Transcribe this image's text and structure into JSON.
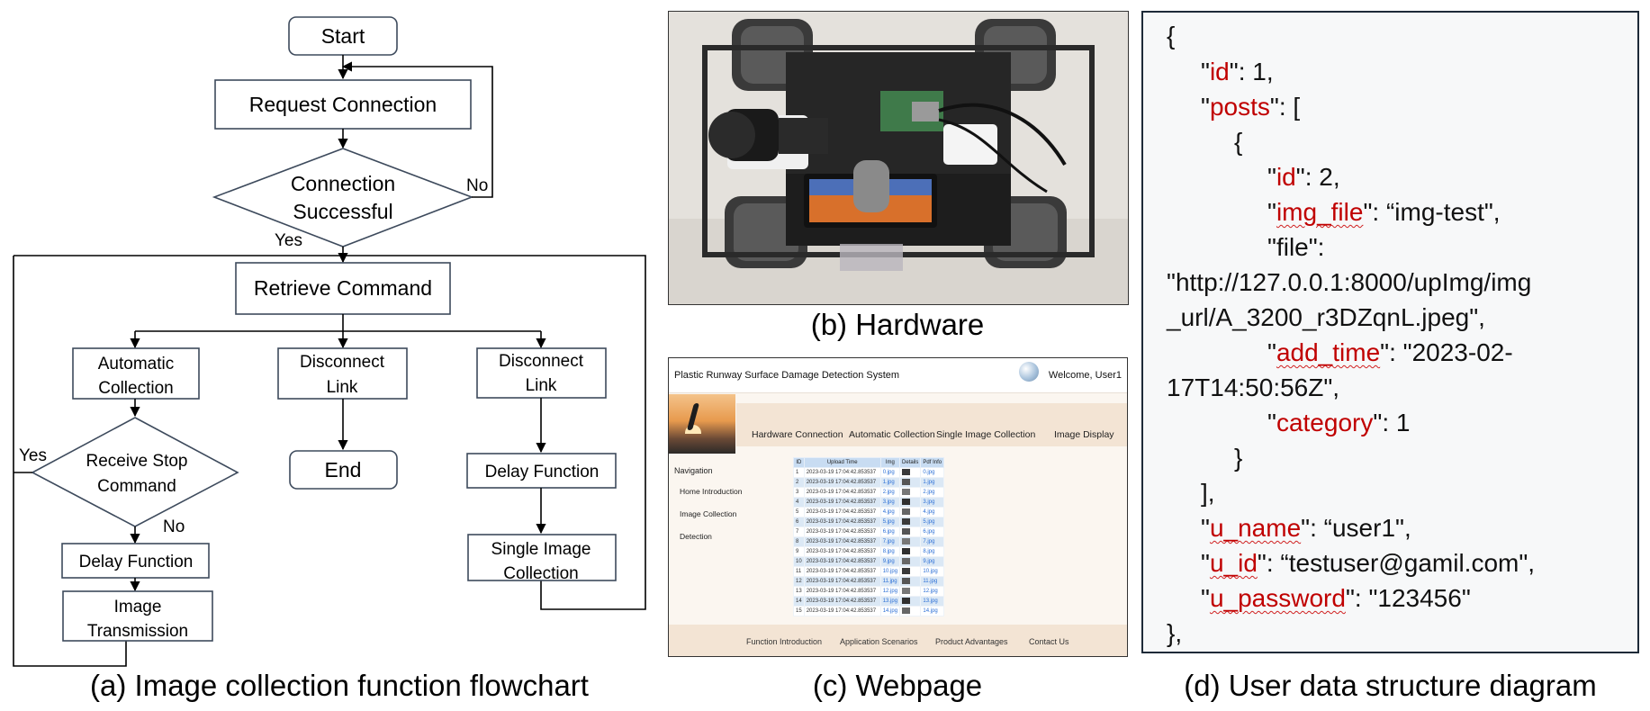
{
  "flowchart": {
    "start": "Start",
    "request_connection": "Request Connection",
    "connection_successful": [
      "Connection",
      "Successful"
    ],
    "no": "No",
    "yes": "Yes",
    "retrieve_command": "Retrieve Command",
    "automatic_collection": [
      "Automatic",
      "Collection"
    ],
    "disconnect_link_1": [
      "Disconnect",
      "Link"
    ],
    "disconnect_link_2": [
      "Disconnect",
      "Link"
    ],
    "receive_stop_command": [
      "Receive Stop",
      "Command"
    ],
    "end": "End",
    "delay_function_1": "Delay Function",
    "delay_function_2": "Delay Function",
    "image_transmission": [
      "Image",
      "Transmission"
    ],
    "single_image_collection": [
      "Single Image",
      "Collection"
    ]
  },
  "captions": {
    "a": "(a) Image collection function flowchart",
    "b": "(b) Hardware",
    "c": "(c) Webpage",
    "d": "(d) User data structure diagram"
  },
  "webpage": {
    "title": "Plastic Runway Surface Damage Detection System",
    "welcome": "Welcome, User1",
    "nav": [
      "Hardware Connection",
      "Automatic Collection",
      "Single Image Collection",
      "Image Display"
    ],
    "sidebar": {
      "heading": "Navigation",
      "items": [
        "Home Introduction",
        "Image Collection",
        "Detection"
      ]
    },
    "table": {
      "headers": [
        "ID",
        "Upload Time",
        "Img",
        "Details",
        "Pdf Info"
      ],
      "rows": [
        [
          "1",
          "2023-03-19 17:04:42.853537",
          "0.jpg",
          "0.jpg"
        ],
        [
          "2",
          "2023-03-19 17:04:42.853537",
          "1.jpg",
          "1.jpg"
        ],
        [
          "3",
          "2023-03-19 17:04:42.853537",
          "2.jpg",
          "2.jpg"
        ],
        [
          "4",
          "2023-03-19 17:04:42.853537",
          "3.jpg",
          "3.jpg"
        ],
        [
          "5",
          "2023-03-19 17:04:42.853537",
          "4.jpg",
          "4.jpg"
        ],
        [
          "6",
          "2023-03-19 17:04:42.853537",
          "5.jpg",
          "5.jpg"
        ],
        [
          "7",
          "2023-03-19 17:04:42.853537",
          "6.jpg",
          "6.jpg"
        ],
        [
          "8",
          "2023-03-19 17:04:42.853537",
          "7.jpg",
          "7.jpg"
        ],
        [
          "9",
          "2023-03-19 17:04:42.853537",
          "8.jpg",
          "8.jpg"
        ],
        [
          "10",
          "2023-03-19 17:04:42.853537",
          "9.jpg",
          "9.jpg"
        ],
        [
          "11",
          "2023-03-19 17:04:42.853537",
          "10.jpg",
          "10.jpg"
        ],
        [
          "12",
          "2023-03-19 17:04:42.853537",
          "11.jpg",
          "11.jpg"
        ],
        [
          "13",
          "2023-03-19 17:04:42.853537",
          "12.jpg",
          "12.jpg"
        ],
        [
          "14",
          "2023-03-19 17:04:42.853537",
          "13.jpg",
          "13.jpg"
        ],
        [
          "15",
          "2023-03-19 17:04:42.853537",
          "14.jpg",
          "14.jpg"
        ]
      ]
    },
    "footer": [
      "Function Introduction",
      "Application Scenarios",
      "Product Advantages",
      "Contact Us"
    ]
  },
  "json_view": {
    "open_brace": "{",
    "id_key": "id",
    "id_value": ": 1,",
    "posts_key": "posts",
    "posts_value": ": [",
    "inner_open": "{",
    "post_id_key": "id",
    "post_id_value": ": 2,",
    "img_file_key": "img_file",
    "img_file_value": ": “img-test\",",
    "file_key_line": "\"file\":",
    "file_url_line1": "\"http://127.0.0.1:8000/upImg/img",
    "file_url_line2": "_url/A_3200_r3DZqnL.jpeg\",",
    "add_time_key": "add_time",
    "add_time_value_1": ": \"2023-02-",
    "add_time_value_2": "17T14:50:56Z\",",
    "category_key": "category",
    "category_value": ": 1",
    "inner_close": "}",
    "array_close": "],",
    "u_name_key": "u_name",
    "u_name_value": ": “user1\",",
    "u_id_key": "u_id",
    "u_id_value": ": “testuser@gamil.com\",",
    "u_password_key": "u_password",
    "u_password_value": ": \"123456\"",
    "close_brace": "},"
  }
}
